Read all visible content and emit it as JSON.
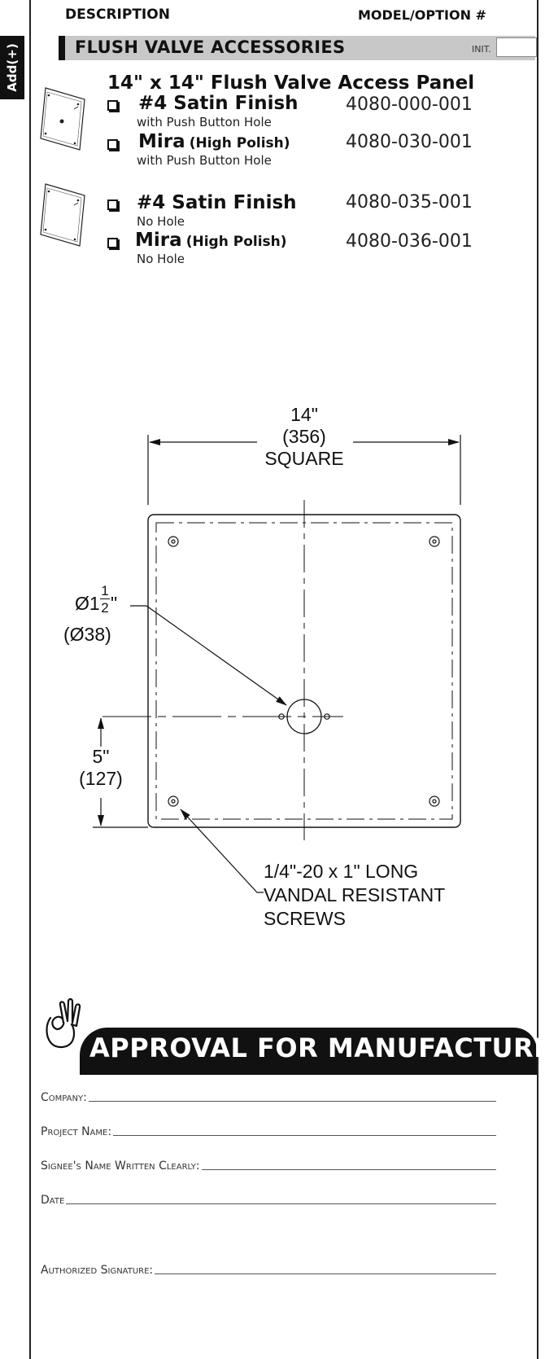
{
  "side_tab": {
    "label": "Add(+)"
  },
  "header": {
    "description": "DESCRIPTION",
    "model": "MODEL/OPTION #"
  },
  "section": {
    "title": "FLUSH VALVE ACCESSORIES",
    "init_label": "INIT."
  },
  "product": {
    "title": "14\" x 14\" Flush Valve Access Panel",
    "options": [
      {
        "name": "#4 Satin Finish",
        "sub": "",
        "note": "with Push Button Hole",
        "model": "4080-000-001"
      },
      {
        "name": "Mira",
        "sub": "(High Polish)",
        "note": "with Push Button Hole",
        "model": "4080-030-001"
      },
      {
        "name": "#4 Satin Finish",
        "sub": "",
        "note": "No Hole",
        "model": "4080-035-001"
      },
      {
        "name": "Mira",
        "sub": "(High Polish)",
        "note": "No Hole",
        "model": "4080-036-001"
      }
    ]
  },
  "drawing": {
    "width_in": "14\"",
    "width_mm": "(356)",
    "shape": "SQUARE",
    "hole_prefix": "Ø1",
    "hole_num": "1",
    "hole_den": "2",
    "hole_suffix": "\"",
    "hole_mm": "(Ø38)",
    "offset_in": "5\"",
    "offset_mm": "(127)",
    "screw_line1": "1/4\"-20 x 1\" LONG",
    "screw_line2": "VANDAL RESISTANT",
    "screw_line3": "SCREWS"
  },
  "approval": {
    "title": "APPROVAL FOR MANUFACTURE",
    "fields": {
      "company": "Company:",
      "project": "Project Name:",
      "signee": "Signee's Name Written Clearly:",
      "date": "Date",
      "signature": "Authorized Signature:"
    }
  }
}
